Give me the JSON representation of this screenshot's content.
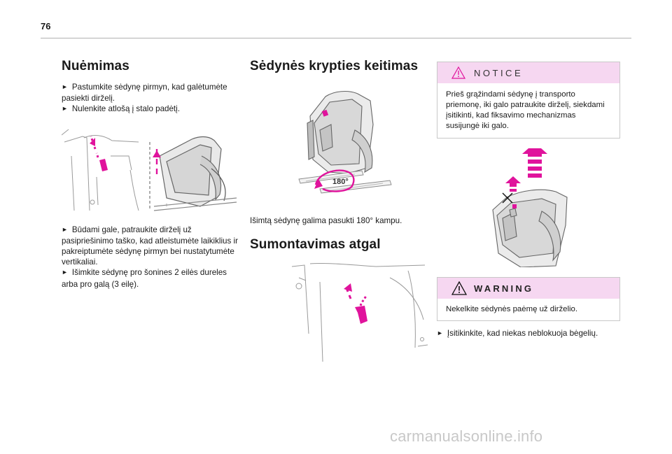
{
  "page": {
    "number": "76"
  },
  "col1": {
    "heading": "Nuėmimas",
    "para1": [
      "Pastumkite sėdynę pirmyn, kad galėtumėte pasiekti dirželį.",
      "Nulenkite atlošą į stalo padėtį."
    ],
    "para2": [
      "Būdami gale, patraukite dirželį už pasipriešinimo taško, kad atleistumėte laikiklius ir pakreiptumėte sėdynę pirmyn bei nustatytumėte vertikaliai.",
      "Išimkite sėdynę pro šonines 2 eilės dureles arba pro galą (3 eilę)."
    ]
  },
  "col2": {
    "heading1": "Sėdynės krypties keitimas",
    "rotation_label": "180°",
    "caption": "Išimtą sėdynę galima pasukti 180° kampu.",
    "heading2": "Sumontavimas atgal"
  },
  "col3": {
    "notice": {
      "title": "NOTICE",
      "text": "Prieš grąžindami sėdynę į transporto priemonę, iki galo patraukite dirželį, siekdami įsitikinti, kad fiksavimo mechanizmas susijungė iki galo."
    },
    "warning": {
      "title": "WARNING",
      "text": "Nekelkite sėdynės paėmę už dirželio."
    },
    "bullet": "Įsitikinkite, kad niekas neblokuoja bėgelių."
  },
  "watermark": "carmanualsonline.info",
  "colors": {
    "accent_magenta": "#e0139c",
    "box_header": "#f6d7f1",
    "rule": "#b0b0b0"
  }
}
